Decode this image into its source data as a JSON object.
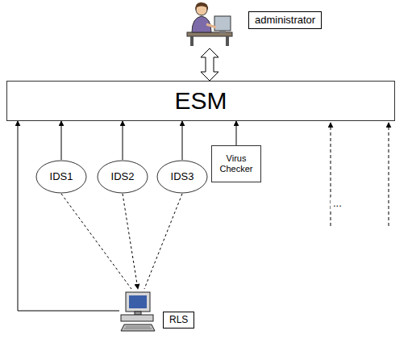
{
  "diagram": {
    "nodes": [
      {
        "text": [
          "administrator"
        ]
      },
      {
        "text": [
          "ESM"
        ]
      },
      {
        "text": [
          "IDS1"
        ]
      },
      {
        "text": [
          "IDS2"
        ]
      },
      {
        "text": [
          "IDS3"
        ]
      },
      {
        "text": [
          "Virus Checker"
        ]
      },
      {
        "text": [
          "RLS"
        ]
      }
    ],
    "edges": [
      {
        "from": 0,
        "to": 1,
        "arrow": "both"
      },
      {
        "from": 2,
        "to": 1,
        "arrow": "to"
      },
      {
        "from": 3,
        "to": 1,
        "arrow": "to"
      },
      {
        "from": 4,
        "to": 1,
        "arrow": "to"
      },
      {
        "from": 5,
        "to": 1,
        "arrow": "to"
      },
      {
        "from": 6,
        "to": 1,
        "arrow": "to"
      },
      {
        "from": 2,
        "to": 6,
        "arrow": "none"
      },
      {
        "from": 3,
        "to": 6,
        "arrow": "to"
      },
      {
        "from": 4,
        "to": 6,
        "arrow": "none"
      }
    ],
    "labels": [
      "..."
    ]
  }
}
